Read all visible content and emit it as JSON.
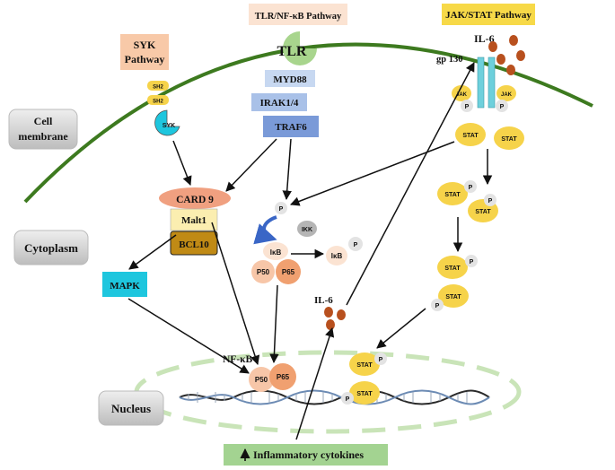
{
  "pathways": {
    "syk_line1": "SYK",
    "syk_line2": "Pathway",
    "tlr": "TLR/NF-κB Pathway",
    "jak": "JAK/STAT Pathway"
  },
  "regions": {
    "cell_membrane_line1": "Cell",
    "cell_membrane_line2": "membrane",
    "cytoplasm": "Cytoplasm",
    "nucleus": "Nucleus"
  },
  "syk": {
    "sh2_a": "SH2",
    "sh2_b": "SH2",
    "syk": "SYK"
  },
  "tlr": {
    "tlr": "TLR",
    "myd88": "MYD88",
    "irak": "IRAK1/4",
    "traf6": "TRAF6"
  },
  "card": {
    "card9": "CARD 9",
    "malt1": "Malt1",
    "bcl10": "BCL10"
  },
  "mapk": "MAPK",
  "nfkb": {
    "p_top": "P",
    "ikk": "IKK",
    "ikb": "IκB",
    "ikb_free": "IκB",
    "p_free": "P",
    "p50": "P50",
    "p65": "P65",
    "nfkb_label": "NF-κB",
    "p50_nuc": "P50",
    "p65_nuc": "P65"
  },
  "jak": {
    "il6_top": "IL-6",
    "gp130": "gp 130",
    "jak_left": "JAK",
    "jak_right": "JAK",
    "p": "P",
    "stat": "STAT"
  },
  "il6_mid": "IL-6",
  "output": "Inflammatory cytokines",
  "colors": {
    "membrane": "#3d7a1f",
    "nucleus_dash": "#c9e4b8",
    "syk_box": "#f8c9a8",
    "tlr_box": "#fbe3d2",
    "jak_box": "#f7d948",
    "tlr_green": "#a8d58d",
    "myd88": "#c7d8f1",
    "irak": "#a9c1e8",
    "traf6": "#7a9ad8",
    "card9": "#f0a080",
    "malt1": "#fbeeb0",
    "bcl10": "#c08a15",
    "mapk": "#1ec6de",
    "stat": "#f6d34a",
    "il6": "#b8501e",
    "gp130": "#6ed0dc",
    "ikk": "#b5b5b5",
    "p50": "#f7c6a8",
    "p65": "#f0a070",
    "output": "#a3d391",
    "region_box": "#d4d4d4"
  }
}
